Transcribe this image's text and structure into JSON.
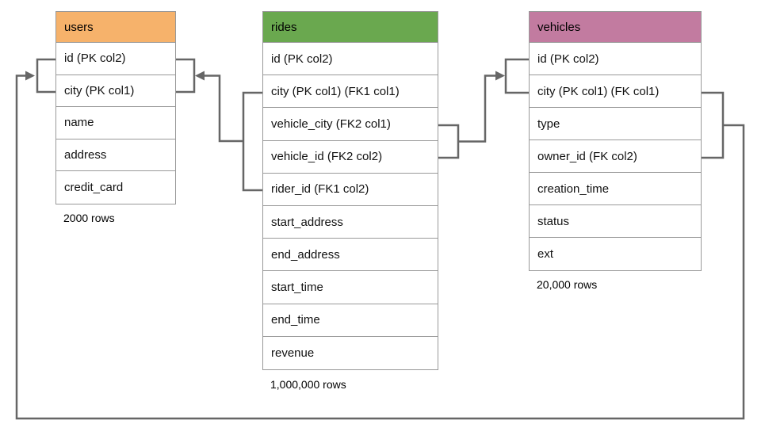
{
  "diagram": {
    "line_color": "#666666",
    "table_border_color": "#999999",
    "tables": [
      {
        "name": "users",
        "header_color": "#F6B26B",
        "columns": [
          "id (PK col2)",
          "city (PK col1)",
          "name",
          "address",
          "credit_card"
        ],
        "row_count_label": "2000 rows"
      },
      {
        "name": "rides",
        "header_color": "#6AA84F",
        "columns": [
          "id (PK col2)",
          "city (PK col1) (FK1 col1)",
          "vehicle_city (FK2 col1)",
          "vehicle_id (FK2 col2)",
          "rider_id (FK1 col2)",
          "start_address",
          "end_address",
          "start_time",
          "end_time",
          "revenue"
        ],
        "row_count_label": "1,000,000 rows"
      },
      {
        "name": "vehicles",
        "header_color": "#C27BA0",
        "columns": [
          "id (PK col2)",
          "city (PK col1) (FK col1)",
          "type",
          "owner_id (FK col2)",
          "creation_time",
          "status",
          "ext"
        ],
        "row_count_label": "20,000 rows"
      }
    ],
    "relationships": [
      {
        "from": "rides (city, rider_id)",
        "to": "users (id, city)",
        "key": "FK1"
      },
      {
        "from": "rides (vehicle_city, vehicle_id)",
        "to": "vehicles (id, city)",
        "key": "FK2"
      },
      {
        "from": "vehicles (city, owner_id)",
        "to": "users (id, city)",
        "key": "FK"
      }
    ]
  }
}
